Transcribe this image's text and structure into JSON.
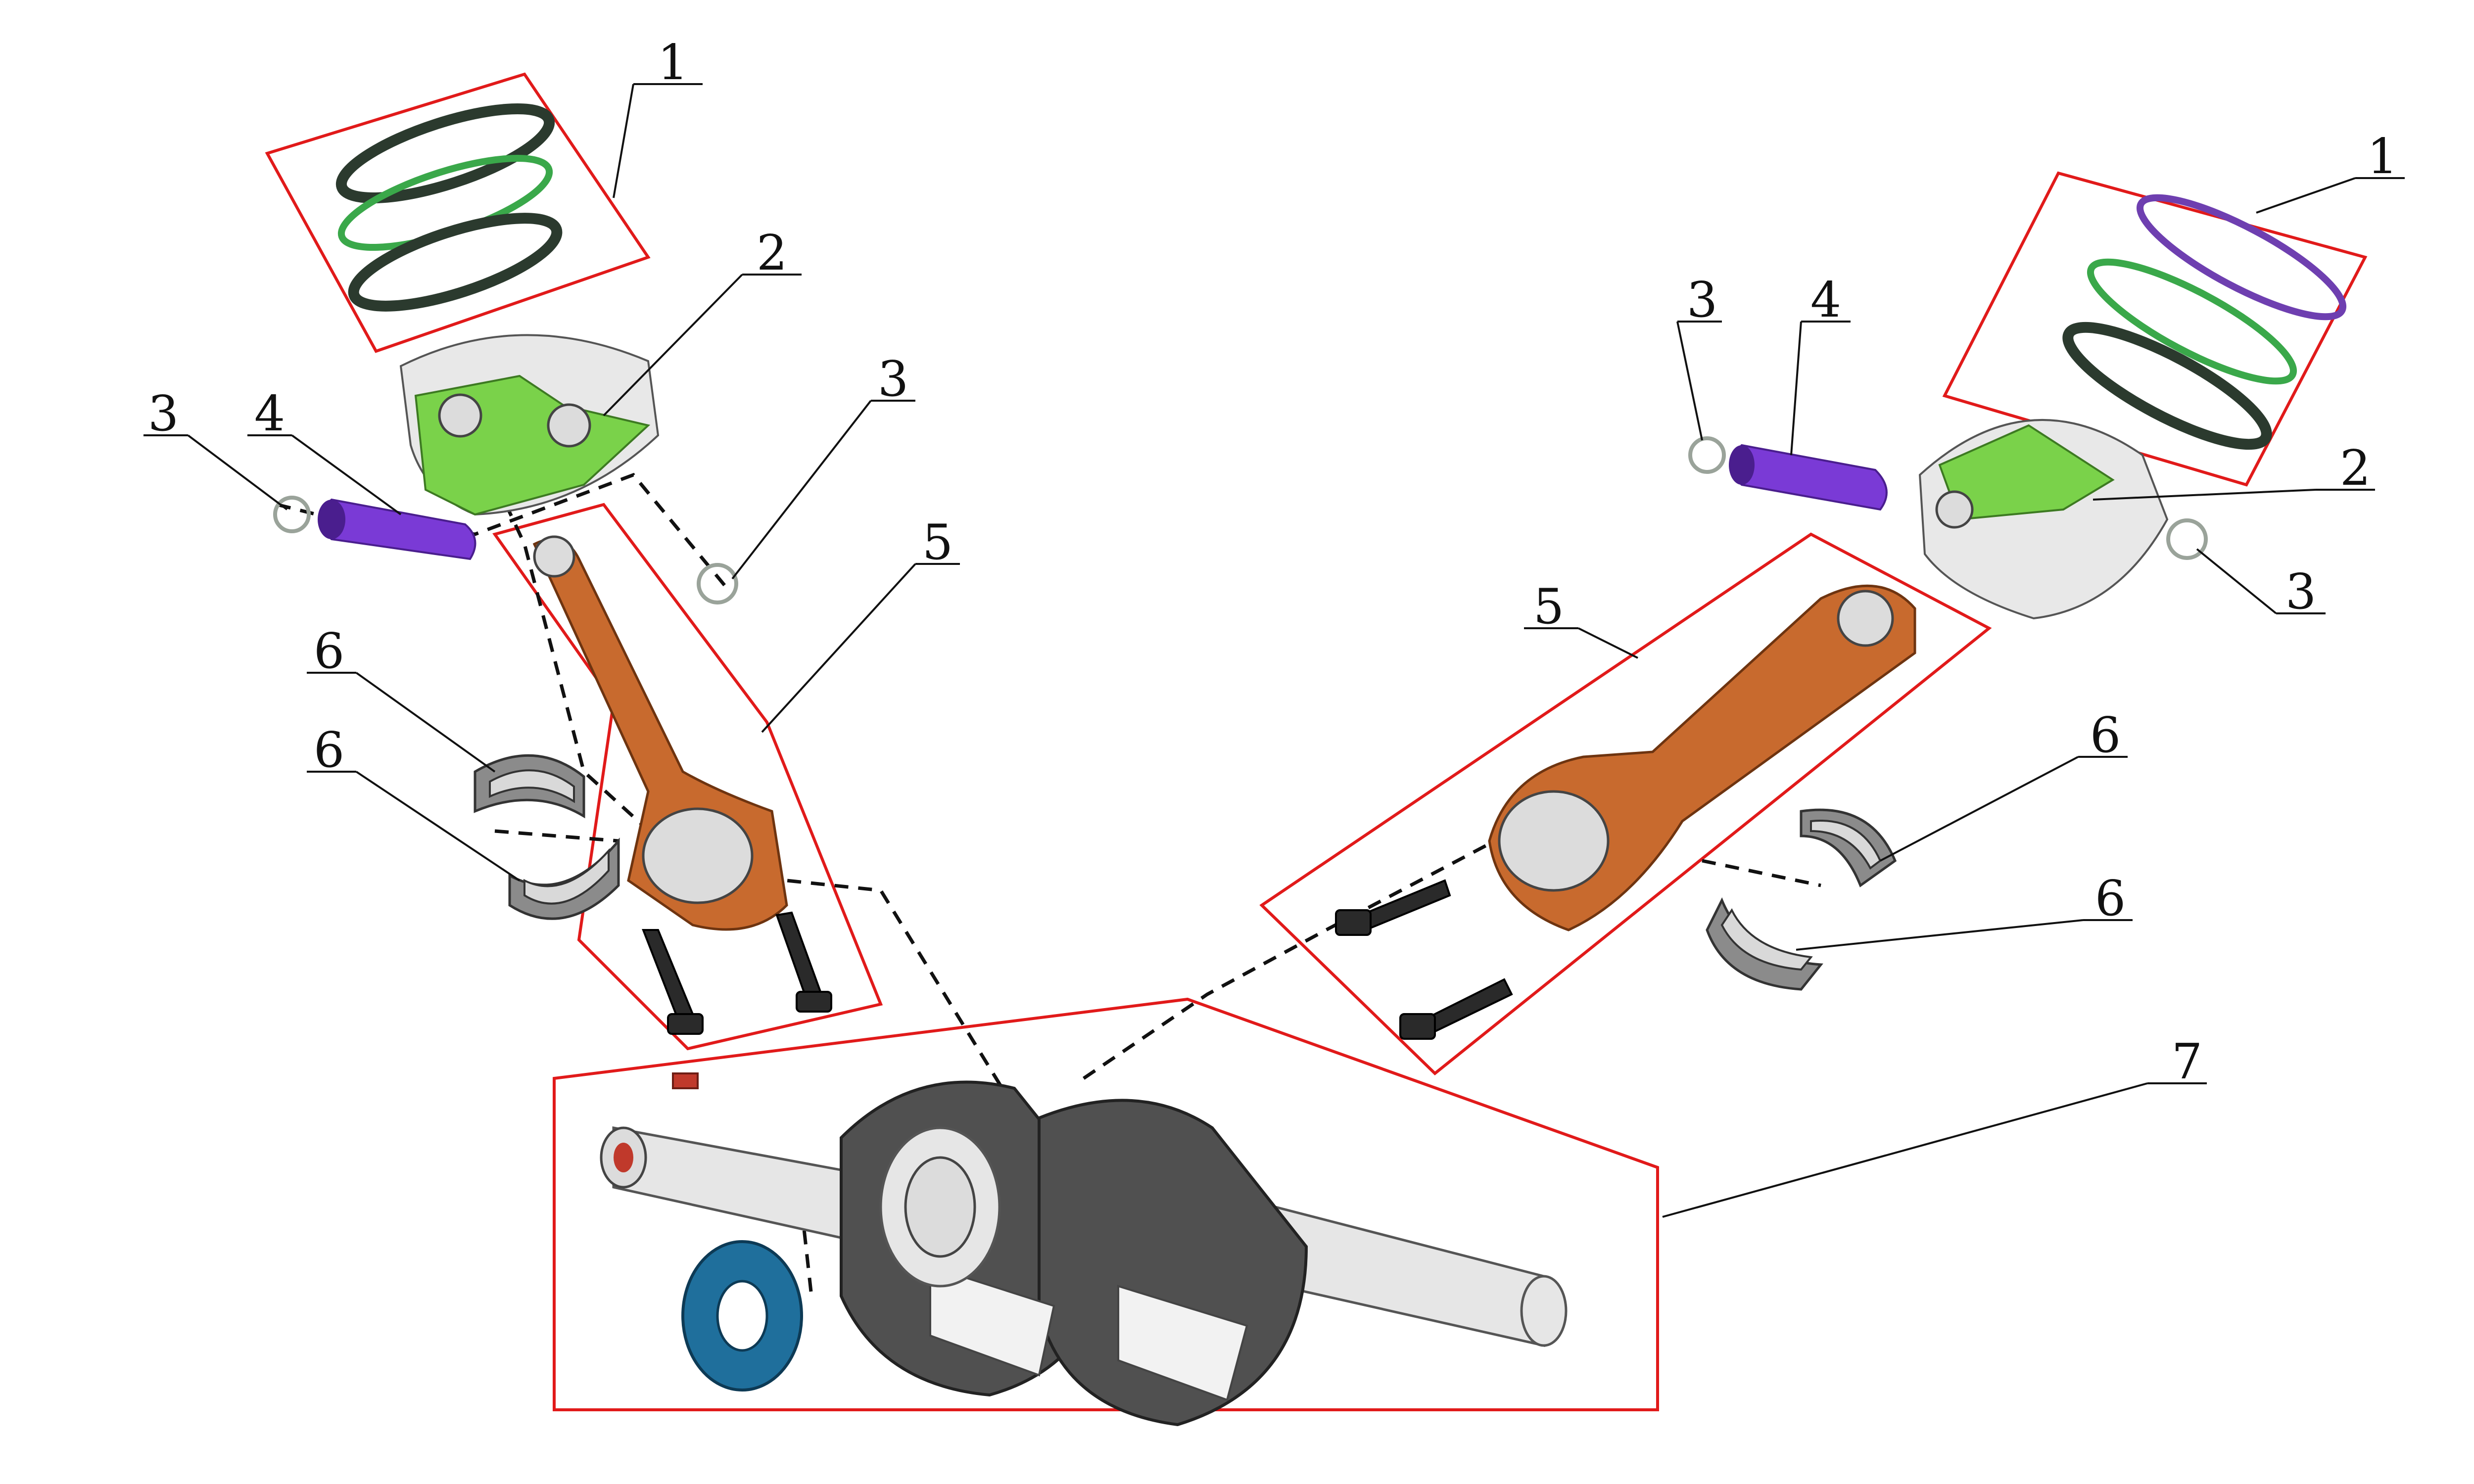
{
  "callouts": {
    "left": {
      "ring_set": "1",
      "piston": "2",
      "clip_left": "3",
      "pin": "4",
      "clip_right": "3",
      "rod": "5",
      "bearing_upper": "6",
      "bearing_lower": "6"
    },
    "right": {
      "ring_set": "1",
      "piston": "2",
      "clip_left": "3",
      "pin": "4",
      "clip_right": "3",
      "rod": "5",
      "bearing_upper": "6",
      "bearing_lower": "6"
    },
    "crankshaft": "7"
  },
  "colors": {
    "group_box": "#e11a1a",
    "connecting_rod": "#c86a2e",
    "piston_pin": "#7a3ad6",
    "piston_accent": "#7ad24a",
    "ring_accent": "#3aa84a",
    "sprocket": "#1f6f9c"
  }
}
